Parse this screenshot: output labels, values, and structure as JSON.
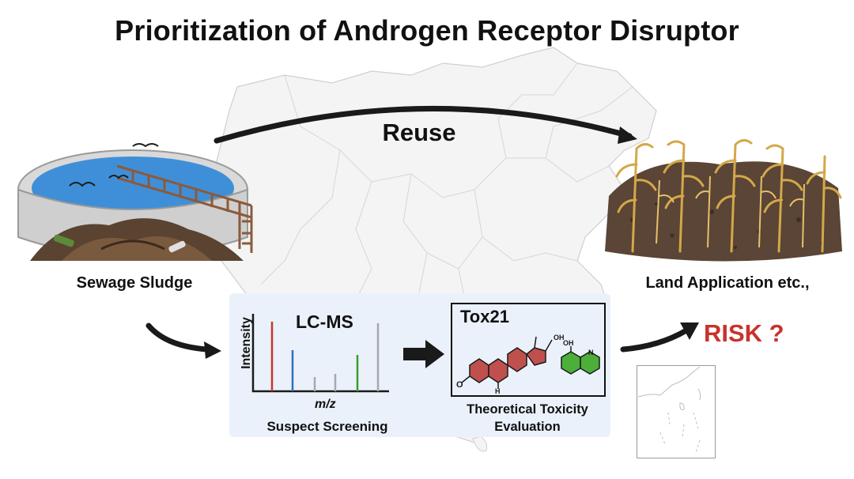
{
  "title": "Prioritization of Androgen Receptor Disruptor",
  "reuse_label": "Reuse",
  "sources": {
    "sludge_label": "Sewage Sludge",
    "land_label": "Land Application etc.,"
  },
  "screening": {
    "lcms_label": "LC-MS",
    "y_axis_label": "Intensity",
    "x_axis_label": "m/z",
    "caption": "Suspect Screening"
  },
  "toxicity": {
    "tox_label": "Tox21",
    "caption_line1": "Theoretical Toxicity",
    "caption_line2": "Evaluation",
    "oh_label_steroid": "OH",
    "oh_label_quinoline": "OH",
    "o_label": "O",
    "n_label": "N",
    "h_label": "H"
  },
  "risk_label": "RISK ?",
  "colors": {
    "risk": "#c8332c",
    "panel": "#eaf1fa",
    "steroid": "#c0504d",
    "quinoline": "#4caf3a",
    "map_line": "#c9c9c9",
    "peak_red": "#c0392b",
    "peak_blue": "#2f6fc0",
    "peak_green": "#3a9a2a",
    "peak_gray": "#a8a8a8"
  }
}
